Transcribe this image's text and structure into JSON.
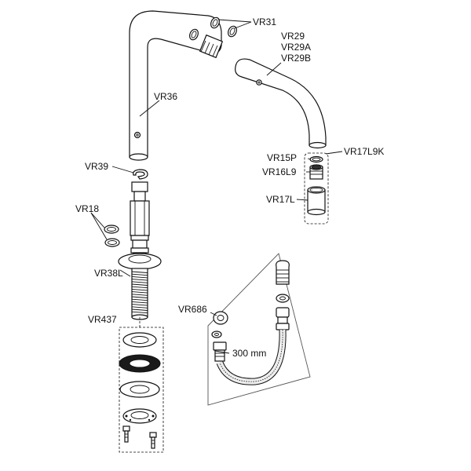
{
  "labels": {
    "vr31": "VR31",
    "vr29": "VR29",
    "vr29a": "VR29A",
    "vr29b": "VR29B",
    "vr36": "VR36",
    "vr15p": "VR15P",
    "vr17l9k": "VR17L9K",
    "vr16l9": "VR16L9",
    "vr39": "VR39",
    "vr17l": "VR17L",
    "vr18": "VR18",
    "vr38l": "VR38L",
    "vr686": "VR686",
    "vr437": "VR437",
    "hose_length": "300 mm"
  }
}
